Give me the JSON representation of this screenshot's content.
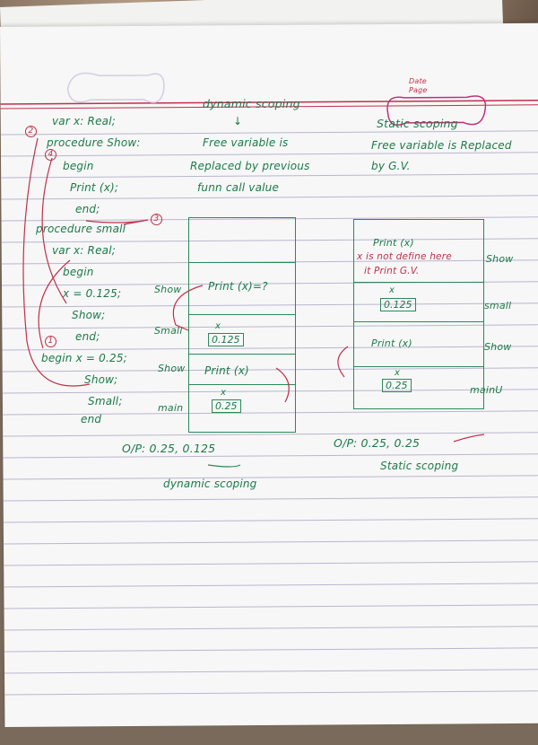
{
  "header": {
    "date_label": "Date",
    "page_label": "Page"
  },
  "dynamic": {
    "title": "dynamic scoping",
    "arrow": "↓",
    "desc": [
      "Free variable is",
      "Replaced by previous",
      "funn call value"
    ],
    "output": "O/P: 0.25, 0.125",
    "caption": "dynamic scoping",
    "frames": {
      "show_label": "Show",
      "show_print": "Print (x)=?",
      "small_label": "Small",
      "small_var": "x",
      "small_val": "0.125",
      "show2_label": "Show",
      "show2_print": "Print (x)",
      "main_label": "main",
      "main_var": "x",
      "main_val": "0.25"
    }
  },
  "static": {
    "title": "Static scoping",
    "desc": [
      "Free variable is Replaced",
      "by G.V."
    ],
    "output": "O/P: 0.25, 0.25",
    "caption": "Static scoping",
    "frames": {
      "show_print": "Print (x)",
      "show_note1": "x is not define here",
      "show_note2": "it Print G.V.",
      "show_label": "Show",
      "small_var": "x",
      "small_val": "0.125",
      "small_label": "small",
      "show2_print": "Print (x)",
      "show2_label": "Show",
      "main_var": "x",
      "main_val": "0.25",
      "main_label": "mainU"
    }
  },
  "code": {
    "lines": [
      "var x: Real;",
      "procedure Show:",
      "begin",
      "Print (x);",
      "end;",
      "procedure small",
      "var x: Real;",
      "begin",
      "x = 0.125;",
      "Show;",
      "end;",
      "begin  x = 0.25;",
      "Show;",
      "Small;",
      "end"
    ],
    "markers": [
      "2",
      "4",
      "3",
      "1"
    ]
  }
}
